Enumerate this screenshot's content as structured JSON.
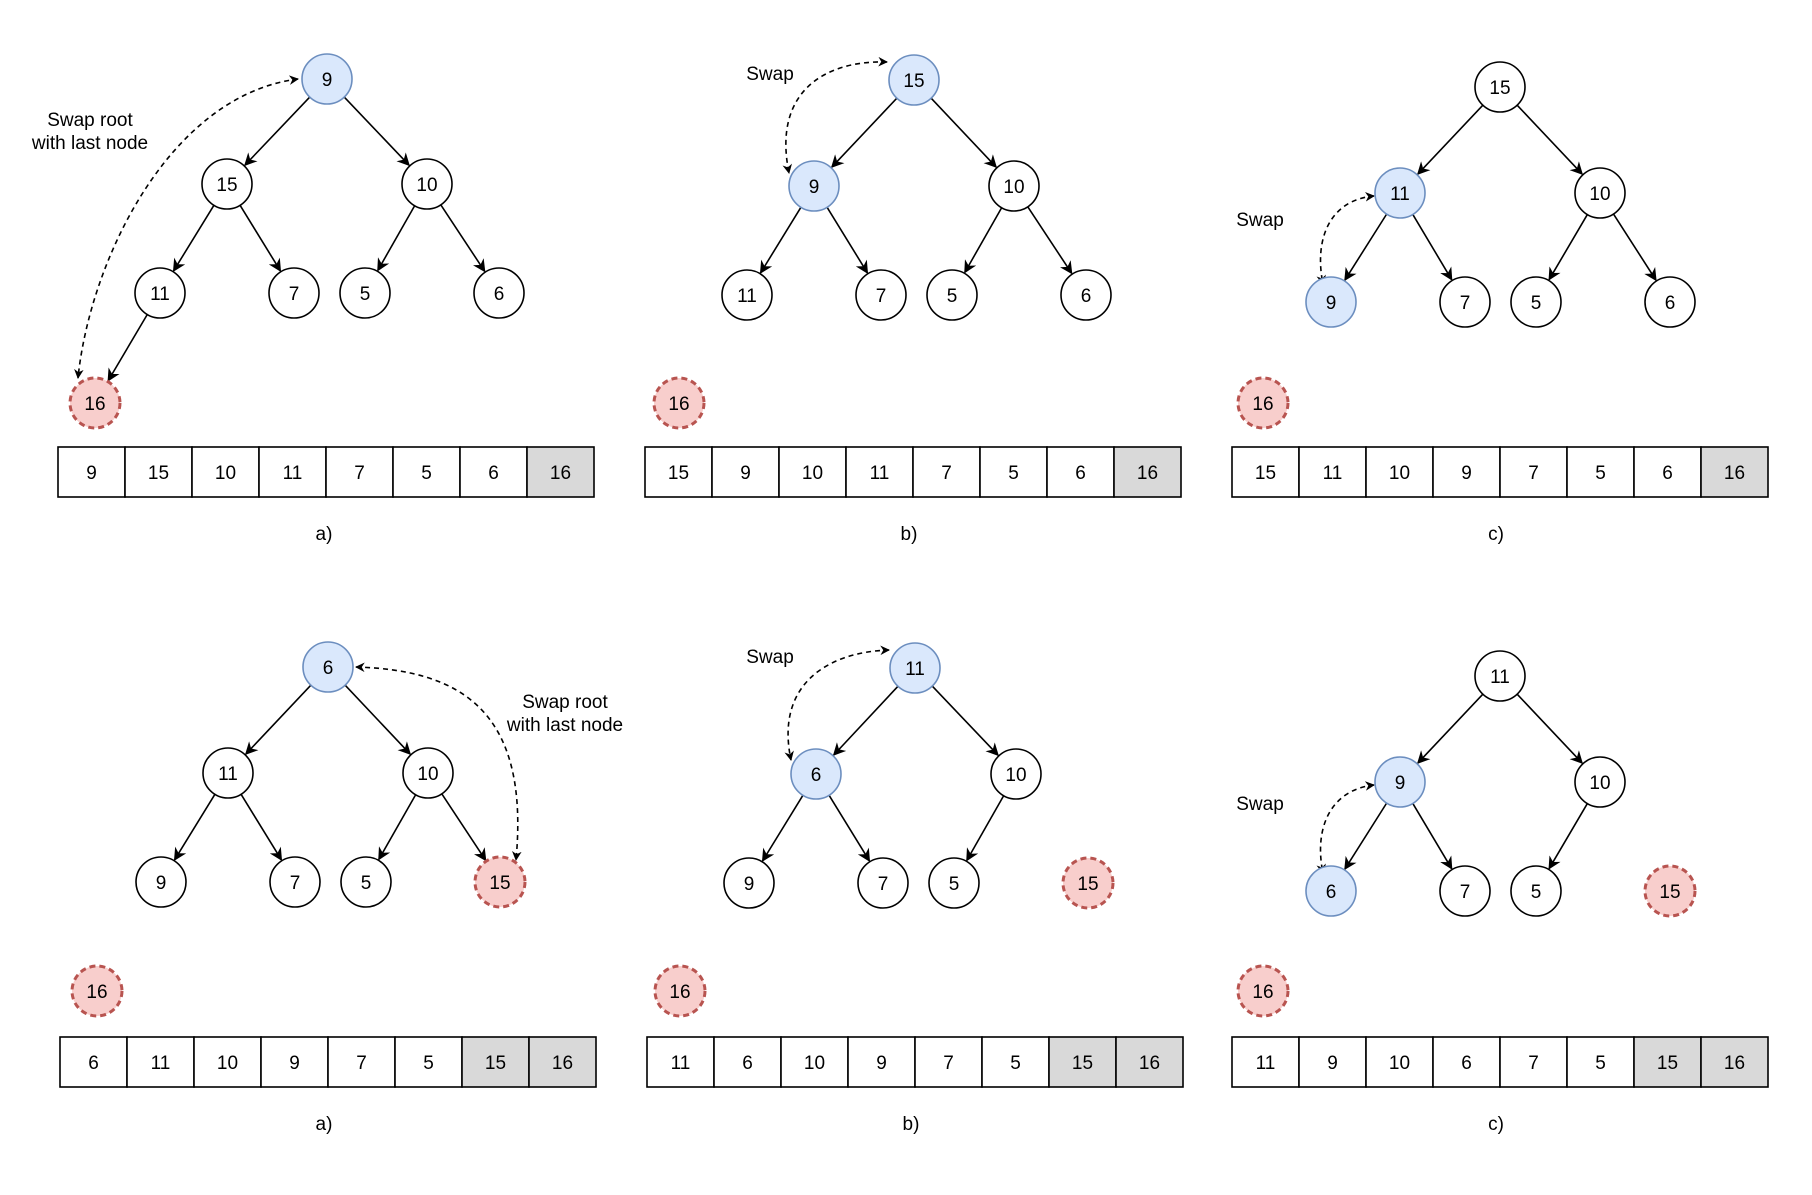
{
  "colors": {
    "node_fill": "#ffffff",
    "node_stroke": "#000000",
    "highlight_fill": "#dae8fc",
    "highlight_stroke": "#6c8ebf",
    "removed_fill": "#f8cecc",
    "removed_stroke": "#b85450",
    "sorted_cell_fill": "#d9d9d9",
    "cell_fill": "#ffffff"
  },
  "panels": [
    {
      "caption": "a)",
      "annotation": [
        "Swap root",
        "with last node"
      ],
      "nodes": [
        {
          "id": "root",
          "label": "9",
          "style": "highlight"
        },
        {
          "id": "l",
          "label": "15",
          "style": "normal"
        },
        {
          "id": "r",
          "label": "10",
          "style": "normal"
        },
        {
          "id": "ll",
          "label": "11",
          "style": "normal"
        },
        {
          "id": "lr",
          "label": "7",
          "style": "normal"
        },
        {
          "id": "rl",
          "label": "5",
          "style": "normal"
        },
        {
          "id": "rr",
          "label": "6",
          "style": "normal"
        },
        {
          "id": "lll",
          "label": "16",
          "style": "removed"
        }
      ],
      "edges": [
        [
          "root",
          "l"
        ],
        [
          "root",
          "r"
        ],
        [
          "l",
          "ll"
        ],
        [
          "l",
          "lr"
        ],
        [
          "r",
          "rl"
        ],
        [
          "r",
          "rr"
        ],
        [
          "ll",
          "lll"
        ]
      ],
      "swap": [
        "root",
        "lll"
      ],
      "array": [
        {
          "label": "9",
          "sorted": false
        },
        {
          "label": "15",
          "sorted": false
        },
        {
          "label": "10",
          "sorted": false
        },
        {
          "label": "11",
          "sorted": false
        },
        {
          "label": "7",
          "sorted": false
        },
        {
          "label": "5",
          "sorted": false
        },
        {
          "label": "6",
          "sorted": false
        },
        {
          "label": "16",
          "sorted": true
        }
      ]
    },
    {
      "caption": "b)",
      "annotation": [
        "Swap"
      ],
      "nodes": [
        {
          "id": "root",
          "label": "15",
          "style": "highlight"
        },
        {
          "id": "l",
          "label": "9",
          "style": "highlight"
        },
        {
          "id": "r",
          "label": "10",
          "style": "normal"
        },
        {
          "id": "ll",
          "label": "11",
          "style": "normal"
        },
        {
          "id": "lr",
          "label": "7",
          "style": "normal"
        },
        {
          "id": "rl",
          "label": "5",
          "style": "normal"
        },
        {
          "id": "rr",
          "label": "6",
          "style": "normal"
        },
        {
          "id": "out1",
          "label": "16",
          "style": "removed"
        }
      ],
      "edges": [
        [
          "root",
          "l"
        ],
        [
          "root",
          "r"
        ],
        [
          "l",
          "ll"
        ],
        [
          "l",
          "lr"
        ],
        [
          "r",
          "rl"
        ],
        [
          "r",
          "rr"
        ]
      ],
      "swap": [
        "root",
        "l"
      ],
      "array": [
        {
          "label": "15",
          "sorted": false
        },
        {
          "label": "9",
          "sorted": false
        },
        {
          "label": "10",
          "sorted": false
        },
        {
          "label": "11",
          "sorted": false
        },
        {
          "label": "7",
          "sorted": false
        },
        {
          "label": "5",
          "sorted": false
        },
        {
          "label": "6",
          "sorted": false
        },
        {
          "label": "16",
          "sorted": true
        }
      ]
    },
    {
      "caption": "c)",
      "annotation": [
        "Swap"
      ],
      "nodes": [
        {
          "id": "root",
          "label": "15",
          "style": "normal"
        },
        {
          "id": "l",
          "label": "11",
          "style": "highlight"
        },
        {
          "id": "r",
          "label": "10",
          "style": "normal"
        },
        {
          "id": "ll",
          "label": "9",
          "style": "highlight"
        },
        {
          "id": "lr",
          "label": "7",
          "style": "normal"
        },
        {
          "id": "rl",
          "label": "5",
          "style": "normal"
        },
        {
          "id": "rr",
          "label": "6",
          "style": "normal"
        },
        {
          "id": "out1",
          "label": "16",
          "style": "removed"
        }
      ],
      "edges": [
        [
          "root",
          "l"
        ],
        [
          "root",
          "r"
        ],
        [
          "l",
          "ll"
        ],
        [
          "l",
          "lr"
        ],
        [
          "r",
          "rl"
        ],
        [
          "r",
          "rr"
        ]
      ],
      "swap": [
        "l",
        "ll"
      ],
      "array": [
        {
          "label": "15",
          "sorted": false
        },
        {
          "label": "11",
          "sorted": false
        },
        {
          "label": "10",
          "sorted": false
        },
        {
          "label": "9",
          "sorted": false
        },
        {
          "label": "7",
          "sorted": false
        },
        {
          "label": "5",
          "sorted": false
        },
        {
          "label": "6",
          "sorted": false
        },
        {
          "label": "16",
          "sorted": true
        }
      ]
    },
    {
      "caption": "a)",
      "annotation": [
        "Swap root",
        "with last node"
      ],
      "nodes": [
        {
          "id": "root",
          "label": "6",
          "style": "highlight"
        },
        {
          "id": "l",
          "label": "11",
          "style": "normal"
        },
        {
          "id": "r",
          "label": "10",
          "style": "normal"
        },
        {
          "id": "ll",
          "label": "9",
          "style": "normal"
        },
        {
          "id": "lr",
          "label": "7",
          "style": "normal"
        },
        {
          "id": "rl",
          "label": "5",
          "style": "normal"
        },
        {
          "id": "rr",
          "label": "15",
          "style": "removed"
        },
        {
          "id": "out1",
          "label": "16",
          "style": "removed"
        }
      ],
      "edges": [
        [
          "root",
          "l"
        ],
        [
          "root",
          "r"
        ],
        [
          "l",
          "ll"
        ],
        [
          "l",
          "lr"
        ],
        [
          "r",
          "rl"
        ],
        [
          "r",
          "rr"
        ]
      ],
      "swap": [
        "root",
        "rr"
      ],
      "array": [
        {
          "label": "6",
          "sorted": false
        },
        {
          "label": "11",
          "sorted": false
        },
        {
          "label": "10",
          "sorted": false
        },
        {
          "label": "9",
          "sorted": false
        },
        {
          "label": "7",
          "sorted": false
        },
        {
          "label": "5",
          "sorted": false
        },
        {
          "label": "15",
          "sorted": true
        },
        {
          "label": "16",
          "sorted": true
        }
      ]
    },
    {
      "caption": "b)",
      "annotation": [
        "Swap"
      ],
      "nodes": [
        {
          "id": "root",
          "label": "11",
          "style": "highlight"
        },
        {
          "id": "l",
          "label": "6",
          "style": "highlight"
        },
        {
          "id": "r",
          "label": "10",
          "style": "normal"
        },
        {
          "id": "ll",
          "label": "9",
          "style": "normal"
        },
        {
          "id": "lr",
          "label": "7",
          "style": "normal"
        },
        {
          "id": "rl",
          "label": "5",
          "style": "normal"
        },
        {
          "id": "out2",
          "label": "15",
          "style": "removed"
        },
        {
          "id": "out1",
          "label": "16",
          "style": "removed"
        }
      ],
      "edges": [
        [
          "root",
          "l"
        ],
        [
          "root",
          "r"
        ],
        [
          "l",
          "ll"
        ],
        [
          "l",
          "lr"
        ],
        [
          "r",
          "rl"
        ]
      ],
      "swap": [
        "root",
        "l"
      ],
      "array": [
        {
          "label": "11",
          "sorted": false
        },
        {
          "label": "6",
          "sorted": false
        },
        {
          "label": "10",
          "sorted": false
        },
        {
          "label": "9",
          "sorted": false
        },
        {
          "label": "7",
          "sorted": false
        },
        {
          "label": "5",
          "sorted": false
        },
        {
          "label": "15",
          "sorted": true
        },
        {
          "label": "16",
          "sorted": true
        }
      ]
    },
    {
      "caption": "c)",
      "annotation": [
        "Swap"
      ],
      "nodes": [
        {
          "id": "root",
          "label": "11",
          "style": "normal"
        },
        {
          "id": "l",
          "label": "9",
          "style": "highlight"
        },
        {
          "id": "r",
          "label": "10",
          "style": "normal"
        },
        {
          "id": "ll",
          "label": "6",
          "style": "highlight"
        },
        {
          "id": "lr",
          "label": "7",
          "style": "normal"
        },
        {
          "id": "rl",
          "label": "5",
          "style": "normal"
        },
        {
          "id": "out2",
          "label": "15",
          "style": "removed"
        },
        {
          "id": "out1",
          "label": "16",
          "style": "removed"
        }
      ],
      "edges": [
        [
          "root",
          "l"
        ],
        [
          "root",
          "r"
        ],
        [
          "l",
          "ll"
        ],
        [
          "l",
          "lr"
        ],
        [
          "r",
          "rl"
        ]
      ],
      "swap": [
        "l",
        "ll"
      ],
      "array": [
        {
          "label": "11",
          "sorted": false
        },
        {
          "label": "9",
          "sorted": false
        },
        {
          "label": "10",
          "sorted": false
        },
        {
          "label": "6",
          "sorted": false
        },
        {
          "label": "7",
          "sorted": false
        },
        {
          "label": "5",
          "sorted": false
        },
        {
          "label": "15",
          "sorted": true
        },
        {
          "label": "16",
          "sorted": true
        }
      ]
    }
  ]
}
